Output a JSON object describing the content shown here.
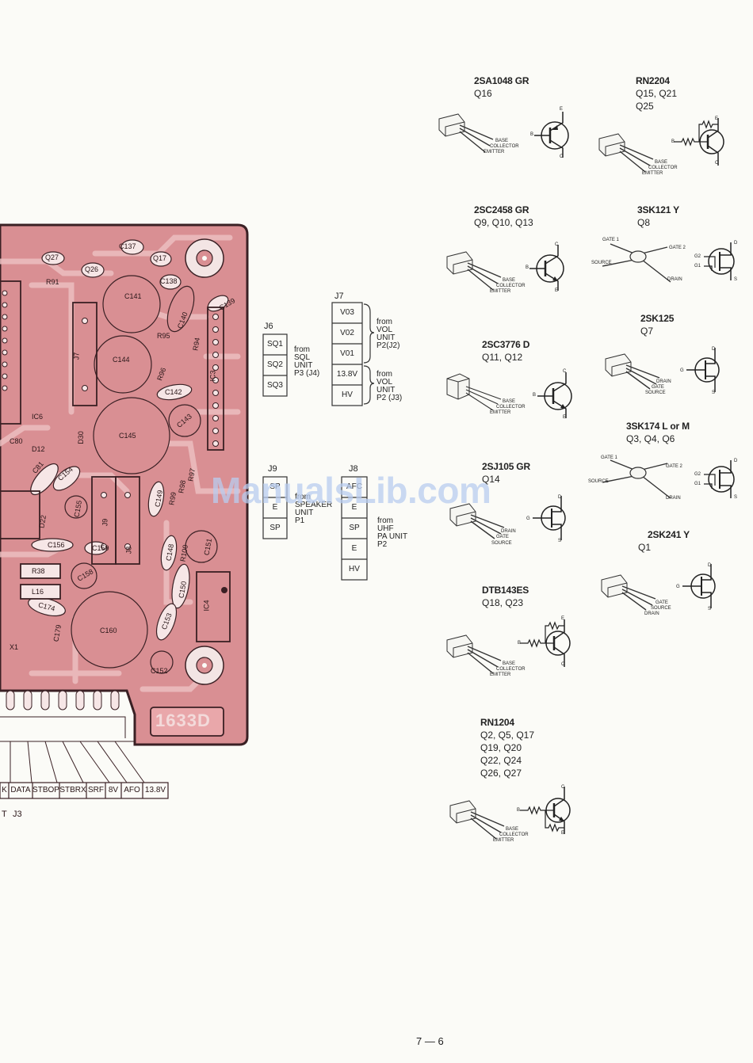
{
  "page_number": "7 — 6",
  "watermark": "ManualsLib.com",
  "pcb": {
    "board_label": "1633D",
    "labels": {
      "q27": "Q27",
      "q26": "Q26",
      "c137": "C137",
      "q17": "Q17",
      "r91": "R91",
      "c138": "C138",
      "c141": "C141",
      "c140": "C140",
      "c139": "C139",
      "j7": "J7",
      "r95": "R95",
      "r94": "R94",
      "c144": "C144",
      "r96": "R96",
      "c142": "C142",
      "ic3": "IC3",
      "ic6": "IC6",
      "c143": "C143",
      "c80": "C80",
      "d30": "D30",
      "d12": "D12",
      "c145": "C145",
      "c81": "C81",
      "c154": "C154",
      "r97": "R97",
      "r98": "R98",
      "r99": "R99",
      "c149": "C149",
      "c155": "C155",
      "j9": "J9",
      "d22": "D22",
      "c156": "C156",
      "c159": "C159",
      "j8": "J8",
      "c148": "C148",
      "r100": "R100",
      "c151": "C151",
      "r38": "R38",
      "l16": "L16",
      "c158": "C158",
      "c150": "C150",
      "ic4": "IC4",
      "c174": "C174",
      "c179": "C179",
      "x1": "X1",
      "c160": "C160",
      "c153": "C153",
      "c152": "C152"
    },
    "connector_pins": [
      "K",
      "DATA",
      "STBOP",
      "STBRX",
      "SRF",
      "8V",
      "AFO",
      "13.8V"
    ],
    "connector_name_prefix": "T",
    "connector_name": "J3"
  },
  "jacks": {
    "j6": {
      "name": "J6",
      "pins": [
        "SQ1",
        "SQ2",
        "SQ3"
      ],
      "note": [
        "from",
        "SQL",
        "UNIT",
        "P3 (J4)"
      ]
    },
    "j7": {
      "name": "J7",
      "pins": [
        "V03",
        "V02",
        "V01",
        "13.8V",
        "HV"
      ],
      "note_top": [
        "from",
        "VOL",
        "UNIT",
        "P2(J2)"
      ],
      "note_bottom": [
        "from",
        "VOL",
        "UNIT",
        "P2 (J3)"
      ]
    },
    "j9": {
      "name": "J9",
      "pins": [
        "SP",
        "E",
        "SP"
      ],
      "note": [
        "from",
        "SPEAKER",
        "UNIT",
        "P1"
      ]
    },
    "j8": {
      "name": "J8",
      "pins": [
        "AFC",
        "E",
        "SP",
        "E",
        "HV"
      ],
      "note": [
        "from",
        "UHF",
        "PA UNIT",
        "P2"
      ]
    }
  },
  "transistors": [
    {
      "id": "2sa1048",
      "name": "2SA1048 GR",
      "refs": [
        "Q16"
      ],
      "pins": [
        "BASE",
        "COLLECTOR",
        "EMITTER"
      ],
      "sym": [
        "B",
        "E",
        "C"
      ]
    },
    {
      "id": "rn2204",
      "name": "RN2204",
      "refs": [
        "Q15, Q21",
        "Q25"
      ],
      "pins": [
        "BASE",
        "COLLECTOR",
        "EMITTER"
      ],
      "sym": [
        "B",
        "E",
        "C"
      ]
    },
    {
      "id": "2sc2458",
      "name": "2SC2458 GR",
      "refs": [
        "Q9, Q10, Q13"
      ],
      "pins": [
        "BASE",
        "COLLECTOR",
        "EMITTER"
      ],
      "sym": [
        "B",
        "C",
        "E"
      ]
    },
    {
      "id": "3sk121",
      "name": "3SK121 Y",
      "refs": [
        "Q8"
      ],
      "pins": [
        "GATE 1",
        "GATE 2",
        "SOURCE",
        "DRAIN"
      ],
      "sym": [
        "G2",
        "G1",
        "D",
        "S"
      ]
    },
    {
      "id": "2sk125",
      "name": "2SK125",
      "refs": [
        "Q7"
      ],
      "pins": [
        "DRAIN",
        "GATE",
        "SOURCE"
      ],
      "sym": [
        "G",
        "D",
        "S"
      ]
    },
    {
      "id": "2sc3776",
      "name": "2SC3776 D",
      "refs": [
        "Q11, Q12"
      ],
      "pins": [
        "BASE",
        "COLLECTOR",
        "EMITTER"
      ],
      "sym": [
        "B",
        "C",
        "E"
      ]
    },
    {
      "id": "3sk174",
      "name": "3SK174 L or M",
      "refs": [
        "Q3, Q4, Q6"
      ],
      "pins": [
        "GATE 1",
        "GATE 2",
        "SOURCE",
        "DRAIN"
      ],
      "sym": [
        "G2",
        "G1",
        "D",
        "S"
      ]
    },
    {
      "id": "2sj105",
      "name": "2SJ105 GR",
      "refs": [
        "Q14"
      ],
      "pins": [
        "DRAIN",
        "GATE",
        "SOURCE"
      ],
      "sym": [
        "G",
        "D",
        "S"
      ]
    },
    {
      "id": "2sk241",
      "name": "2SK241 Y",
      "refs": [
        "Q1"
      ],
      "pins": [
        "DRAIN",
        "GATE",
        "SOURCE"
      ],
      "sym": [
        "G",
        "D",
        "S"
      ]
    },
    {
      "id": "dtb143es",
      "name": "DTB143ES",
      "refs": [
        "Q18, Q23"
      ],
      "pins": [
        "BASE",
        "COLLECTOR",
        "EMITTER"
      ],
      "sym": [
        "B",
        "E",
        "C"
      ]
    },
    {
      "id": "rn1204",
      "name": "RN1204",
      "refs": [
        "Q2, Q5, Q17",
        "Q19, Q20",
        "Q22, Q24",
        "Q26, Q27"
      ],
      "pins": [
        "BASE",
        "COLLECTOR",
        "EMITTER"
      ],
      "sym": [
        "B",
        "C",
        "E"
      ]
    }
  ]
}
